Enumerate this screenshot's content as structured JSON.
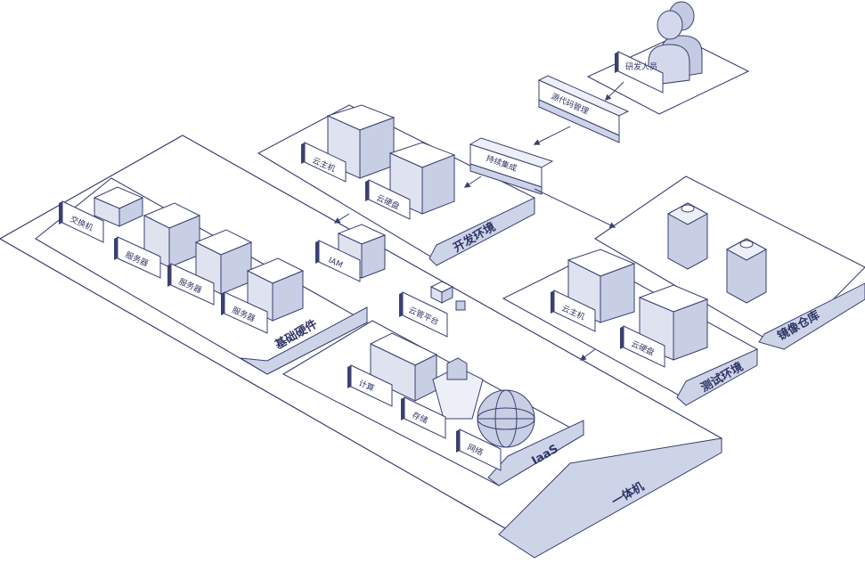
{
  "colors": {
    "stroke": "#3a4070",
    "plate": "#ffffff",
    "band": "#cdd4e8",
    "band_dark": "#b9c2de",
    "box_top": "#ffffff",
    "box_left": "#dfe3f0",
    "box_right": "#c8cee4",
    "person": "#c3cae2",
    "label_text": "#2f3565"
  },
  "people": {
    "label": "研发人员",
    "icon": "people-icon"
  },
  "pipeline": {
    "scm": "源代码管理",
    "ci": "持续集成"
  },
  "zones": {
    "dev_env": {
      "title": "开发环境",
      "host": "云主机",
      "disk": "云硬盘"
    },
    "test_env": {
      "title": "测试环境",
      "host": "云主机",
      "disk": "云硬盘"
    },
    "registry": {
      "title": "镜像仓库"
    },
    "hardware": {
      "title": "基础硬件",
      "switch": "交换机",
      "servers": [
        "服务器",
        "服务器",
        "服务器"
      ]
    },
    "iaas": {
      "title": "IaaS",
      "compute": "计算",
      "storage": "存储",
      "network": "网络"
    },
    "appliance": {
      "title": "一体机",
      "iam": "IAM",
      "cloud_mgmt": "云管平台"
    }
  }
}
